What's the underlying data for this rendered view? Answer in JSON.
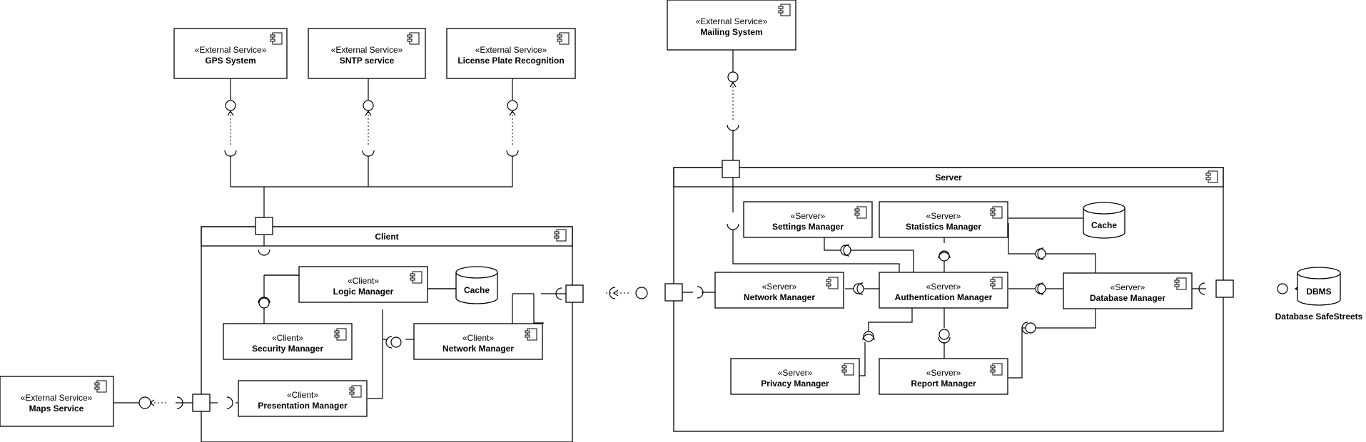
{
  "stereotypes": {
    "external": "«External Service»",
    "client": "«Client»",
    "server": "«Server»"
  },
  "external_services": {
    "gps": "GPS System",
    "sntp": "SNTP service",
    "license_plate": "License Plate Recognition",
    "mailing": "Mailing System",
    "maps": "Maps Service"
  },
  "client": {
    "title": "Client",
    "logic_manager": "Logic Manager",
    "security_manager": "Security Manager",
    "network_manager": "Network Manager",
    "presentation_manager": "Presentation Manager",
    "cache": "Cache"
  },
  "server": {
    "title": "Server",
    "settings_manager": "Settings Manager",
    "statistics_manager": "Statistics Manager",
    "network_manager": "Network Manager",
    "authentication_manager": "Authentication Manager",
    "database_manager": "Database Manager",
    "privacy_manager": "Privacy Manager",
    "report_manager": "Report Manager",
    "cache": "Cache"
  },
  "database": {
    "dbms": "DBMS",
    "label": "Database SafeStreets"
  }
}
